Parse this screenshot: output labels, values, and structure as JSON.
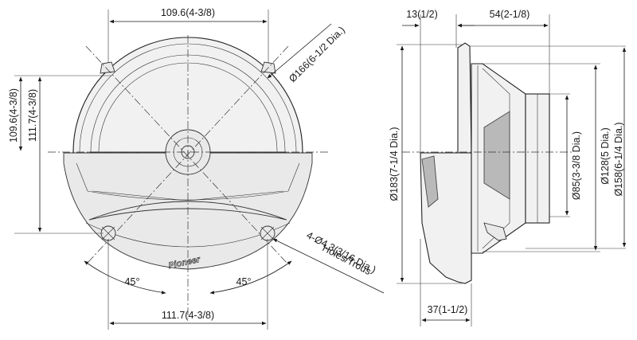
{
  "front_view": {
    "top_width": "109.6(4-3/8)",
    "diameter": "Ø166(6-1/2 Dia.)",
    "left_height_a": "109.6(4-3/8)",
    "left_height_b": "111.7(4-3/8)",
    "angle_left": "45°",
    "angle_right": "45°",
    "bottom_width": "111.7(4-3/8)",
    "holes_line1": "4-Ø4.3(3/16 Dia.)",
    "holes_line2": "Holes/Trous",
    "brand": "Pioneer"
  },
  "side_view": {
    "top_flange": "13(1/2)",
    "top_depth": "54(2-1/8)",
    "height_183": "Ø183(7-1/4 Dia.)",
    "dia_85": "Ø85(3-3/8 Dia.)",
    "dia_128": "Ø128(5 Dia.)",
    "dia_158": "Ø158(6-1/4 Dia.)",
    "bottom_depth": "37(1-1/2)"
  },
  "colors": {
    "line": "#1a1a1a",
    "shade": "#b9b9b9",
    "fill": "#f1f1f1"
  }
}
